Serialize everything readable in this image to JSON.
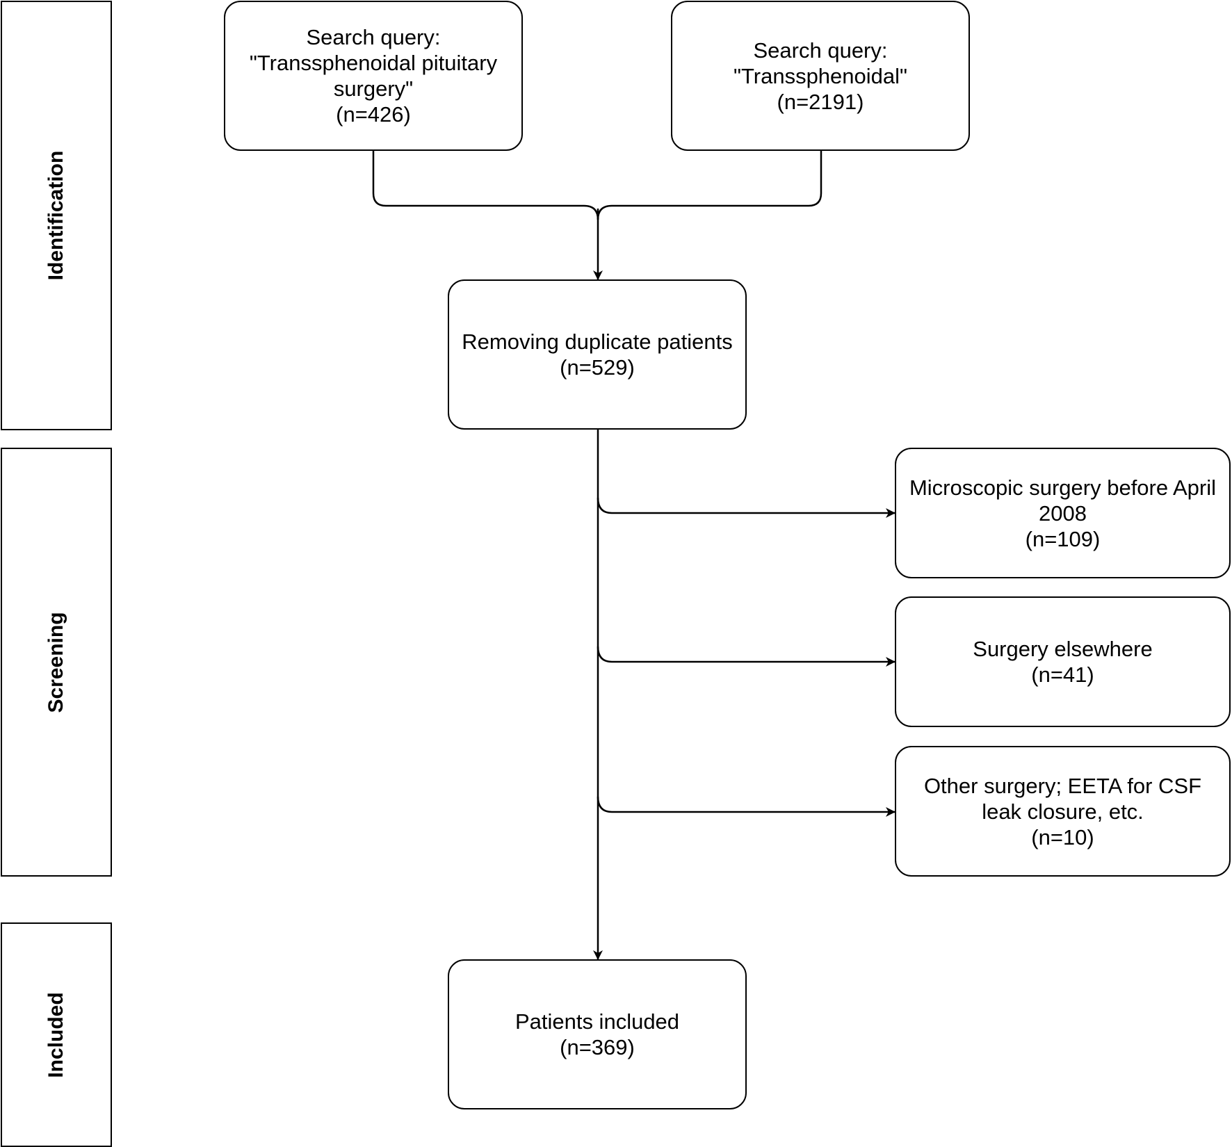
{
  "stages": {
    "identification": "Identification",
    "screening": "Screening",
    "included": "Included"
  },
  "boxes": {
    "query1": {
      "lines": [
        "Search query:",
        "\"Transsphenoidal pituitary",
        "surgery\"",
        "(n=426)"
      ]
    },
    "query2": {
      "lines": [
        "Search query:",
        "\"Transsphenoidal\"",
        "(n=2191)"
      ]
    },
    "duplicates": {
      "lines": [
        "Removing duplicate patients",
        "(n=529)"
      ]
    },
    "excl_micro": {
      "lines": [
        "Microscopic surgery before April",
        "2008",
        "(n=109)"
      ]
    },
    "excl_elsewhere": {
      "lines": [
        "Surgery elsewhere",
        "(n=41)"
      ]
    },
    "excl_other": {
      "lines": [
        "Other surgery; EETA for CSF",
        "leak closure, etc.",
        "(n=10)"
      ]
    },
    "included": {
      "lines": [
        "Patients included",
        "(n=369)"
      ]
    }
  },
  "colors": {
    "stroke": "#000000",
    "background": "#ffffff"
  }
}
